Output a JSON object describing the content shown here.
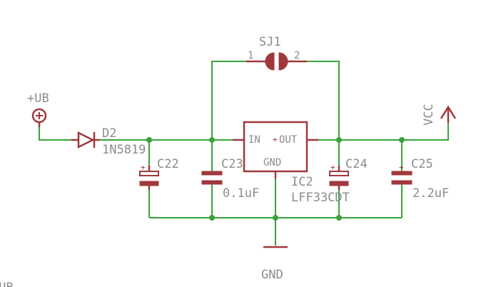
{
  "colors": {
    "wire": "#3aa23a",
    "part": "#a0383c",
    "text": "#8c8c8c",
    "background": "#ffffff"
  },
  "labels": {
    "sj1_name": "SJ1",
    "sj1_pin1": "1",
    "sj1_pin2": "2",
    "supply_in": "+UB",
    "d2_name": "D2",
    "d2_value": "1N5819",
    "c22_name": "C22",
    "c23_name": "C23",
    "c23_value": "0.1uF",
    "ic2_in": "IN",
    "ic2_out": "OUT",
    "ic2_gnd": "GND",
    "ic2_name": "IC2",
    "ic2_value": "LFF33CDT",
    "c24_name": "C24",
    "c25_name": "C25",
    "c25_value": "2.2uF",
    "vcc": "VCC",
    "gnd": "GND",
    "cut_label": "+UB"
  }
}
